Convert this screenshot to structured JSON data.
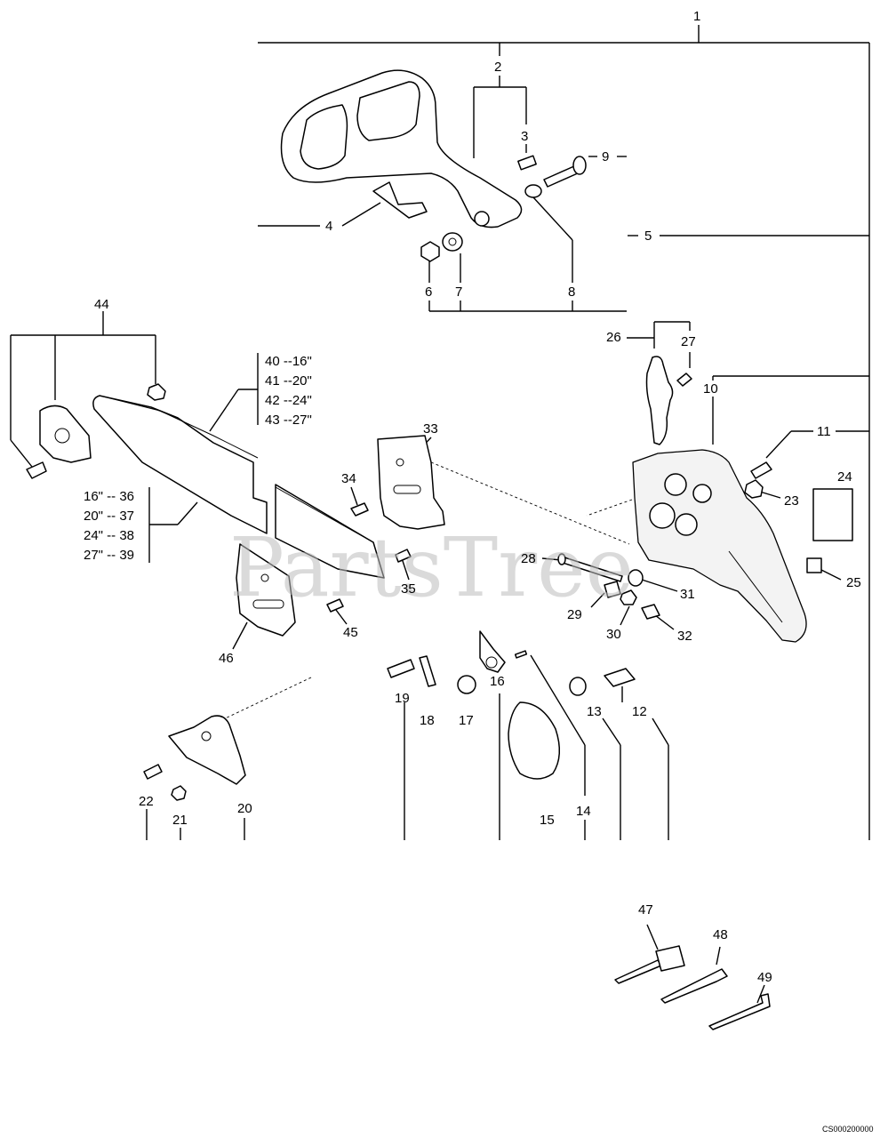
{
  "watermark": "PartsTree",
  "diagram_code": "CS000200000",
  "callouts": {
    "c1": "1",
    "c2": "2",
    "c3": "3",
    "c4": "4",
    "c5": "5",
    "c6": "6",
    "c7": "7",
    "c8": "8",
    "c9": "9",
    "c10": "10",
    "c11": "11",
    "c12": "12",
    "c13": "13",
    "c14": "14",
    "c15": "15",
    "c16": "16",
    "c17": "17",
    "c18": "18",
    "c19": "19",
    "c20": "20",
    "c21": "21",
    "c22": "22",
    "c23": "23",
    "c24": "24",
    "c25": "25",
    "c26": "26",
    "c27": "27",
    "c28": "28",
    "c29": "29",
    "c30": "30",
    "c31": "31",
    "c32": "32",
    "c33": "33",
    "c34": "34",
    "c35": "35",
    "c44": "44",
    "c45": "45",
    "c46": "46",
    "c47": "47",
    "c48": "48",
    "c49": "49"
  },
  "chain_sizes": [
    "40 --16\"",
    "41 --20\"",
    "42 --24\"",
    "43 --27\""
  ],
  "bar_sizes": [
    "16\" -- 36",
    "20\" -- 37",
    "24\" -- 38",
    "27\" -- 39"
  ]
}
